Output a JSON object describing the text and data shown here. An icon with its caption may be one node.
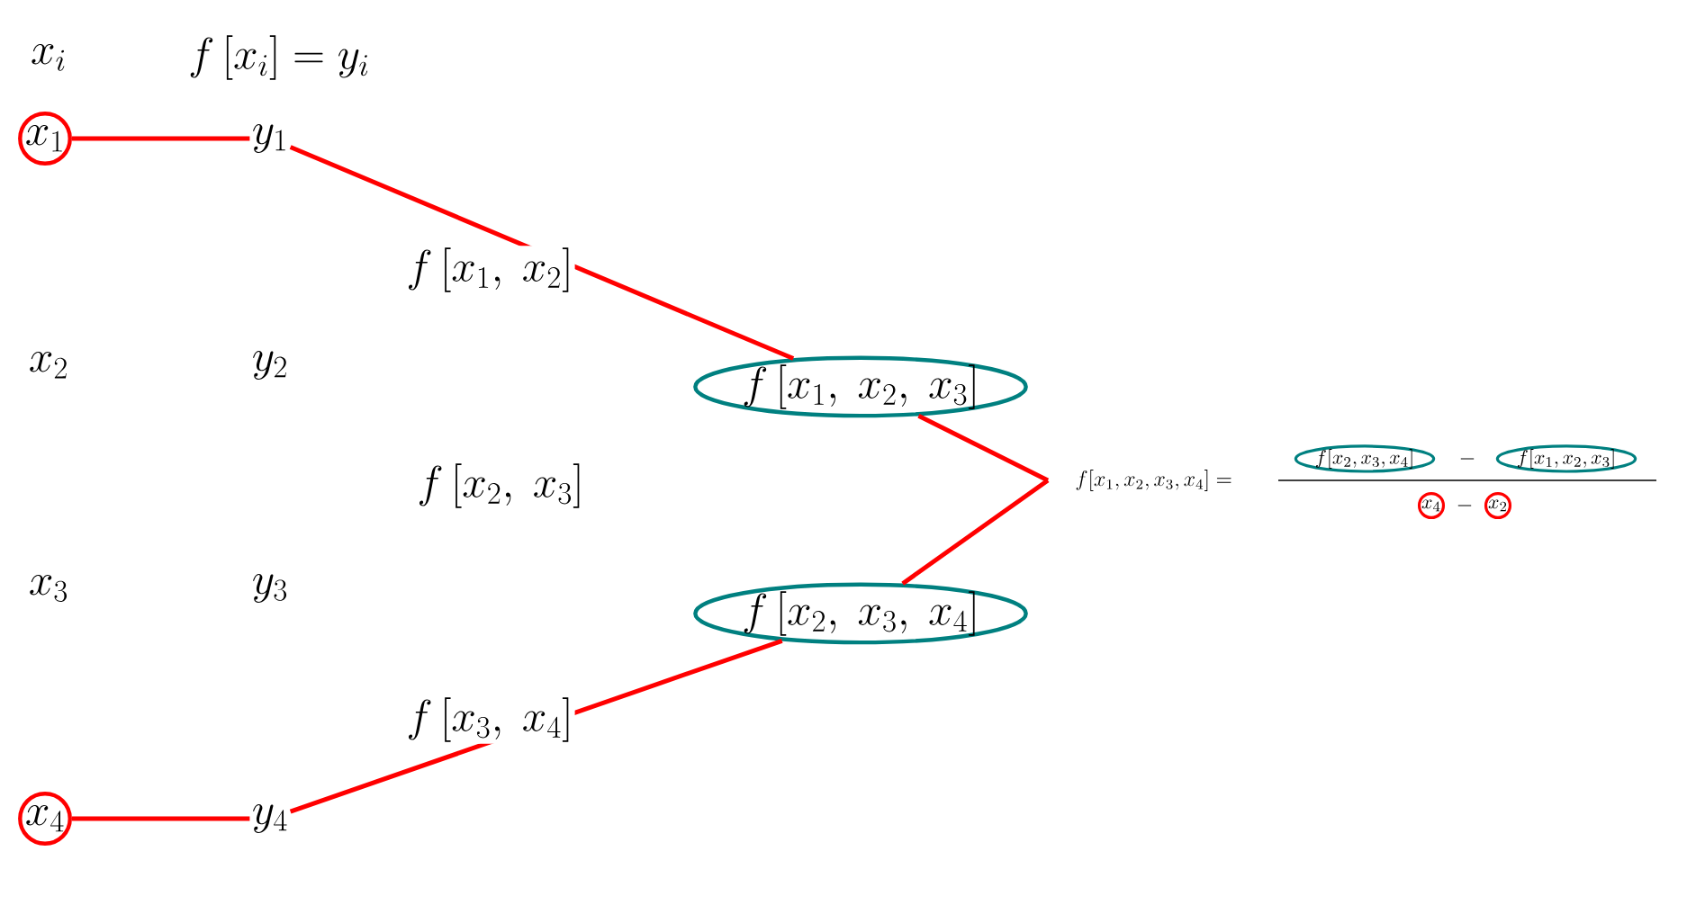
{
  "diagram": {
    "nodes": [
      {
        "text": [
          "x_1"
        ]
      },
      {
        "text": [
          "y_1"
        ]
      },
      {
        "text": [
          "f\\,[x_1,\\ x_2,\\ x_3]"
        ]
      },
      {
        "text": [
          "f[x_1, x_2, x_3, x_4] ="
        ]
      },
      {
        "text": [
          "f[x_2, x_3, x_4]"
        ]
      },
      {
        "text": [
          "f[x_1, x_2, x_3]"
        ]
      },
      {
        "text": [
          "x_4"
        ]
      },
      {
        "text": [
          "x_2"
        ]
      },
      {
        "text": [
          "f\\,[x_2,\\ x_3,\\ x_4]"
        ]
      },
      {
        "text": [
          "x_4"
        ]
      },
      {
        "text": [
          "y_4"
        ]
      }
    ],
    "edges": [
      {
        "from": 0,
        "to": 1,
        "arrow": "none"
      },
      {
        "from": 1,
        "to": 2,
        "arrow": "none"
      },
      {
        "from": 2,
        "to": 3,
        "arrow": "none"
      },
      {
        "from": 8,
        "to": 3,
        "arrow": "none"
      },
      {
        "from": 10,
        "to": 8,
        "arrow": "none"
      },
      {
        "from": 9,
        "to": 10,
        "arrow": "none"
      }
    ],
    "labels": [
      "x_i",
      "f\\,[x_i] = y_i",
      "f\\,[x_1,\\ x_2]",
      "x_2",
      "y_2",
      "-",
      "-",
      "f\\,[x_2,\\ x_3]",
      "x_3",
      "y_3",
      "f\\,[x_3,\\ x_4]"
    ]
  }
}
